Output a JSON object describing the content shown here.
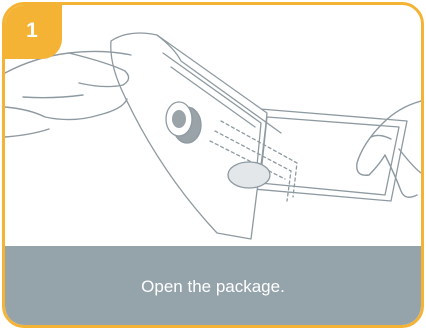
{
  "step": {
    "number": "1",
    "caption": "Open the package."
  },
  "colors": {
    "accent": "#f5b335",
    "caption_background": "#95a3ab",
    "line": "#8e9aa1",
    "cap_fill": "#9aa3a8"
  },
  "illustration": {
    "subject": "hands-opening-package"
  }
}
